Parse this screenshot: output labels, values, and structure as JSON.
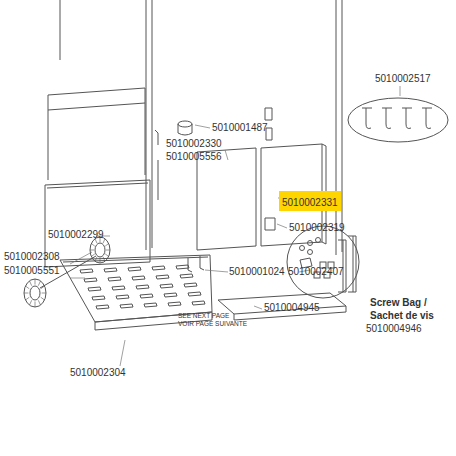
{
  "diagram": {
    "nodes": [
      {
        "text": [
          "5010002331"
        ]
      }
    ],
    "labels": [
      "5010001487",
      "5010002330",
      "5010005556",
      "5010002517",
      "5010002299",
      "5010002319",
      "5010002407",
      "5010002308",
      "5010005551",
      "5010001024",
      "5010002304",
      "SEE NEXT PAGE",
      "VOIR PAGE SUIVANTE",
      "5010004945",
      "Screw Bag /",
      "Sachet de vis",
      "5010004946"
    ]
  }
}
